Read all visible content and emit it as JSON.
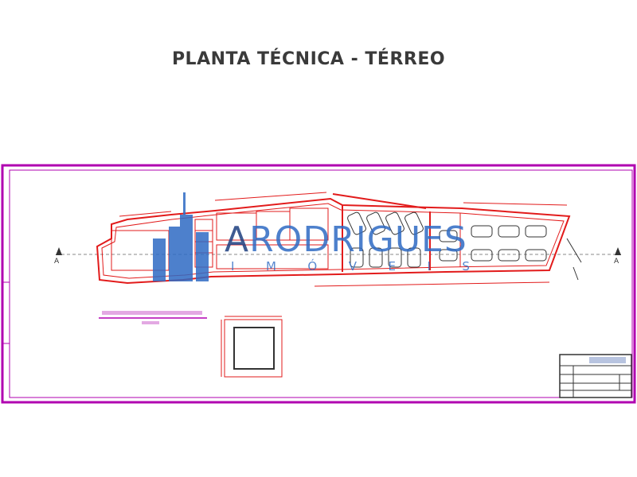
{
  "page_title": "PLANTA TÉCNICA - TÉRREO",
  "watermark": {
    "name": "RODRIGUES",
    "initial": "A",
    "subtitle_letters": [
      "I",
      "M",
      "Ó",
      "V",
      "E",
      "I",
      "S"
    ]
  },
  "section_marker": "A",
  "colors": {
    "frame": "#b000b0",
    "lines": "#e21b1b",
    "watermark": "#2f6bc4",
    "title": "#3a3a3a"
  }
}
